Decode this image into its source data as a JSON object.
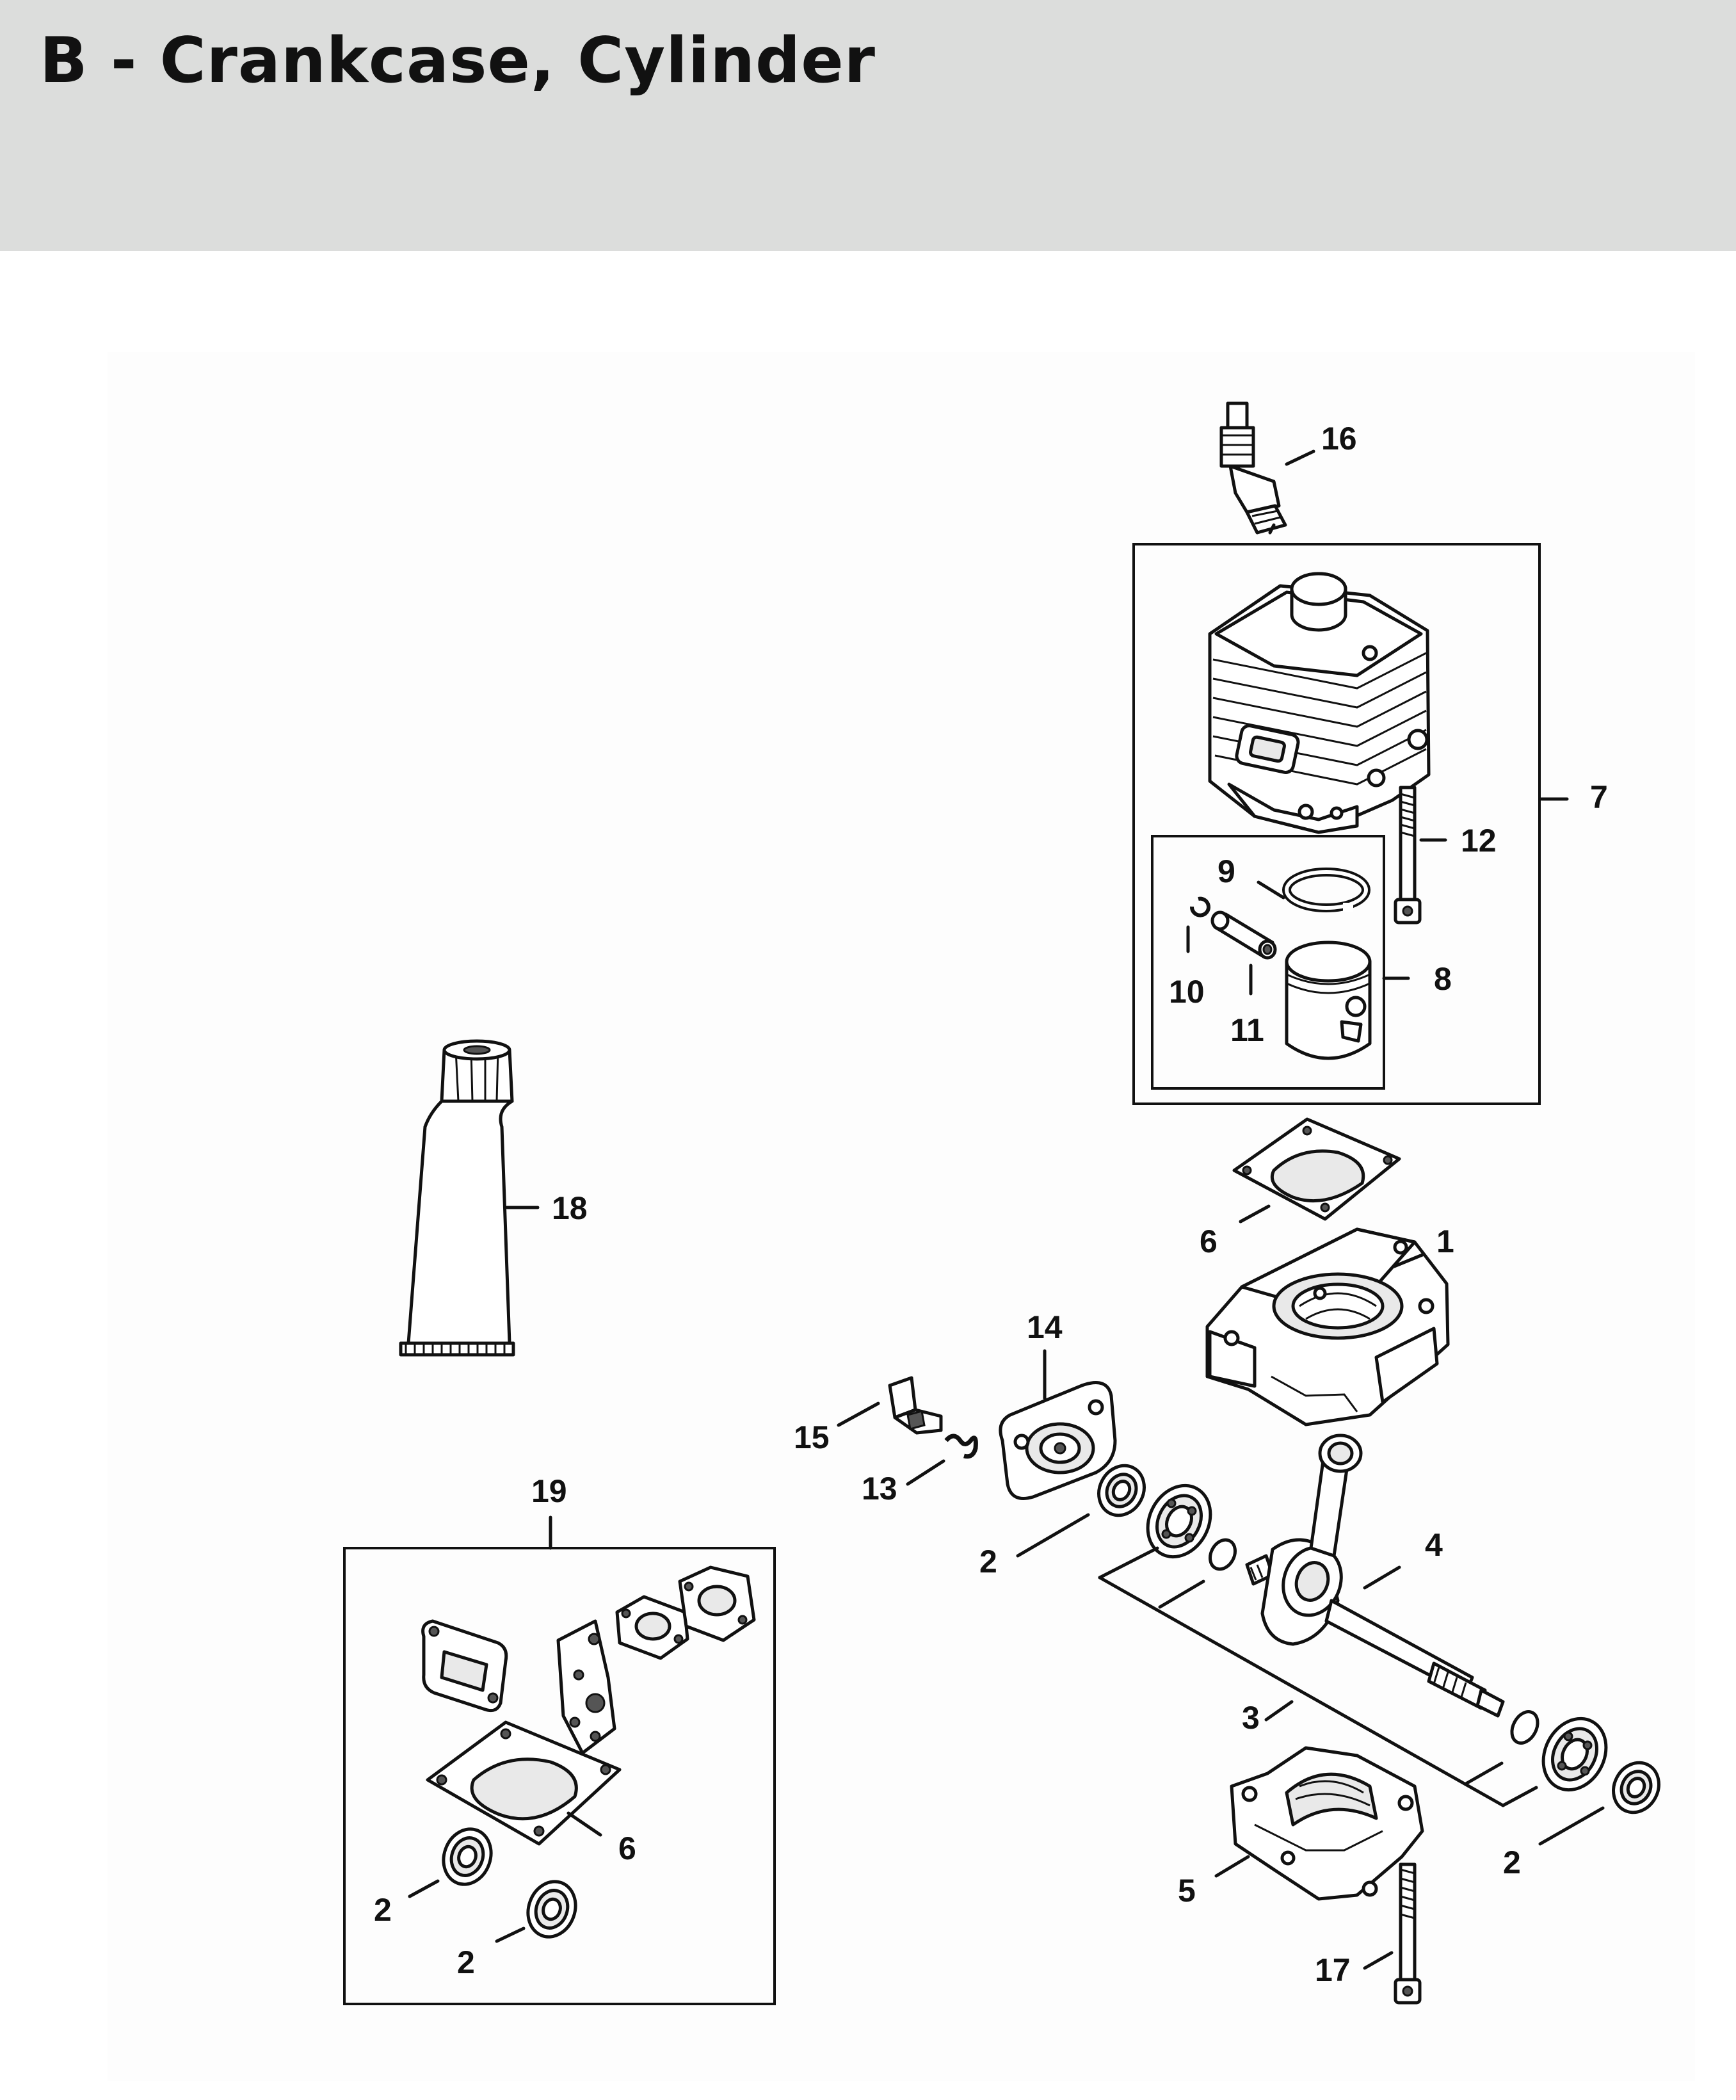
{
  "page": {
    "title": "B - Crankcase, Cylinder"
  },
  "callouts": {
    "c1": "1",
    "c2a": "2",
    "c2b": "2",
    "c2c": "2",
    "c2d": "2",
    "c3": "3",
    "c4": "4",
    "c5": "5",
    "c6a": "6",
    "c6b": "6",
    "c7": "7",
    "c8": "8",
    "c9": "9",
    "c10": "10",
    "c11": "11",
    "c12": "12",
    "c13": "13",
    "c14": "14",
    "c15": "15",
    "c16": "16",
    "c17": "17",
    "c18": "18",
    "c19": "19"
  }
}
